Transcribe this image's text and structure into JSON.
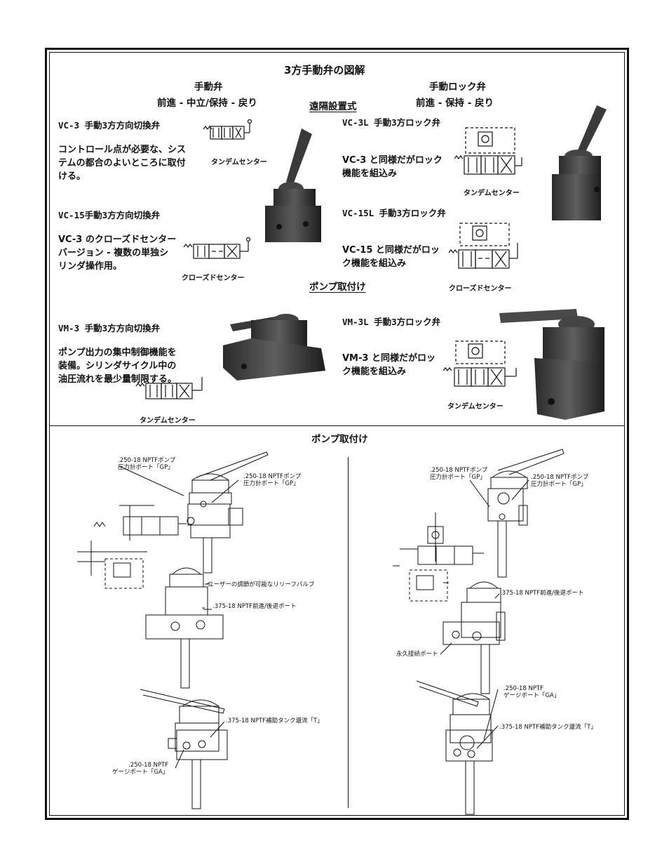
{
  "page": {
    "title": "3方手動弁の図解",
    "pump_mount_heading": "ポンプ取付け",
    "remote_heading": "遠隔設置式",
    "pump_mount_sub": "ポンプ取付け"
  },
  "columns": {
    "left": {
      "title": "手動弁",
      "sub": "前進 - 中立/保持 - 戻り"
    },
    "right": {
      "title": "手動ロック弁",
      "sub": "前進 - 保持 - 戻り"
    }
  },
  "valves": {
    "vc3": {
      "model": "VC-3 手動3方方向切換弁",
      "desc": "コントロール点が必要な、システムの都合のよいところに取付ける。",
      "symbol": "タンデムセンター"
    },
    "vc15": {
      "model": "VC-15手動3方方向切換弁",
      "desc": "VC-3 のクローズドセンターバージョン - 複数の単独シリンダ操作用。",
      "symbol": "クローズドセンター"
    },
    "vm3": {
      "model": "VM-3 手動3方方向切換弁",
      "desc": "ポンプ出力の集中制御機能を装備。シリンダサイクル中の油圧流れを最少量制限する。",
      "symbol": "タンデムセンター"
    },
    "vc3l": {
      "model": "VC-3L 手動3方ロック弁",
      "desc": "VC-3 と同様だがロック機能を組込み",
      "symbol": "タンデムセンター"
    },
    "vc15l": {
      "model": "VC-15L 手動3方ロック弁",
      "desc": "VC-15 と同様だがロック機能を組込み",
      "symbol": "クローズドセンター"
    },
    "vm3l": {
      "model": "VM-3L 手動3方ロック弁",
      "desc": "VM-3 と同様だがロック機能を組込み",
      "symbol": "タンデムセンター"
    }
  },
  "drawings": {
    "left": {
      "gp_a": ".250-18 NPTFポンプ\n圧力計ポート「GP」",
      "gp_b": ".250-18 NPTFポンプ\n圧力計ポート「GP」",
      "relief": "ユーザーの調節が可能なリリーフバルブ",
      "advance": ".375-18 NPTF前進/後退ポート",
      "tank": ".375-18 NPTF補助タンク還流「T」",
      "gauge": ".250-18 NPTF\nゲージポート「GA」"
    },
    "right": {
      "gp_a": ".250-18 NPTFポンプ\n圧力計ポート「GP」",
      "gp_b": ".250-18 NPTFポンプ\n圧力計ポート「GP」",
      "advance": ".375-18 NPTF前進/後退ポート",
      "permanent": "永久接続ポート",
      "gauge": ".250-18 NPTF\nゲージポート「GA」",
      "tank": ".375-18 NPTF補助タンク還流「T」"
    }
  }
}
